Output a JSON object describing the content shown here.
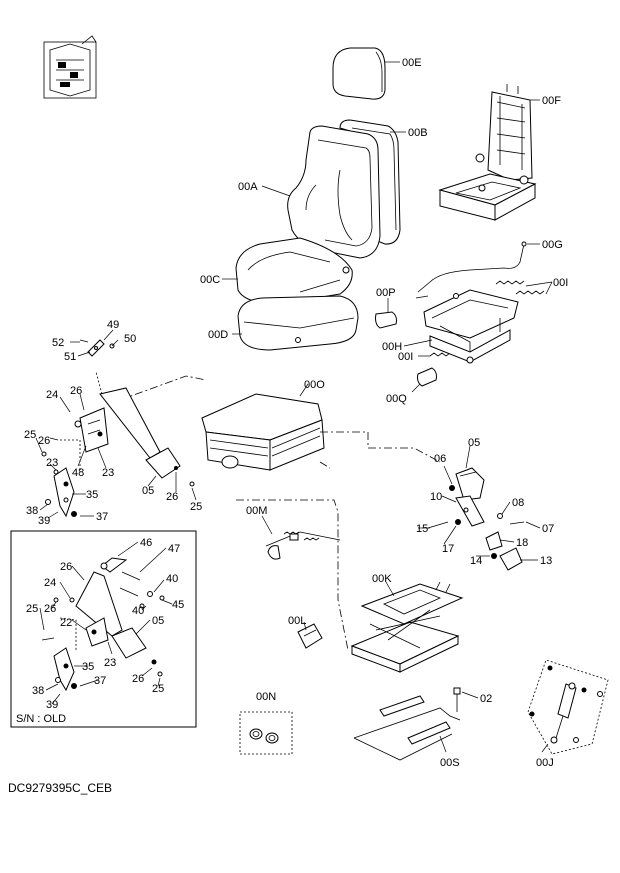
{
  "diagram": {
    "drawing_code": "DC9279395C_CEB",
    "inset_caption": "S/N : OLD",
    "labels": {
      "00E": "00E",
      "00F": "00F",
      "00B": "00B",
      "00A": "00A",
      "00G": "00G",
      "00C": "00C",
      "00P": "00P",
      "00I_a": "00I",
      "00D": "00D",
      "00H": "00H",
      "00I_b": "00I",
      "00Q": "00Q",
      "00O": "00O",
      "52": "52",
      "49": "49",
      "50": "50",
      "51": "51",
      "24": "24",
      "26_a": "26",
      "25_a": "25",
      "26_b": "26",
      "23_a": "23",
      "48": "48",
      "23_b": "23",
      "05_a": "05",
      "26_c": "26",
      "25_b": "25",
      "35": "35",
      "38": "38",
      "39": "39",
      "37": "37",
      "05_b": "05",
      "06": "06",
      "10": "10",
      "08": "08",
      "15": "15",
      "17": "17",
      "07": "07",
      "18": "18",
      "14": "14",
      "13": "13",
      "00M": "00M",
      "00K": "00K",
      "00L": "00L",
      "00N": "00N",
      "02": "02",
      "00S": "00S",
      "00J": "00J",
      "i46": "46",
      "i47": "47",
      "i26a": "26",
      "i24": "24",
      "i40a": "40",
      "i40b": "40",
      "i45": "45",
      "i25a": "25",
      "i26b": "26",
      "i22": "22",
      "i05": "05",
      "i23": "23",
      "i35": "35",
      "i37": "37",
      "i38": "38",
      "i39": "39",
      "i26c": "26",
      "i25b": "25"
    }
  }
}
